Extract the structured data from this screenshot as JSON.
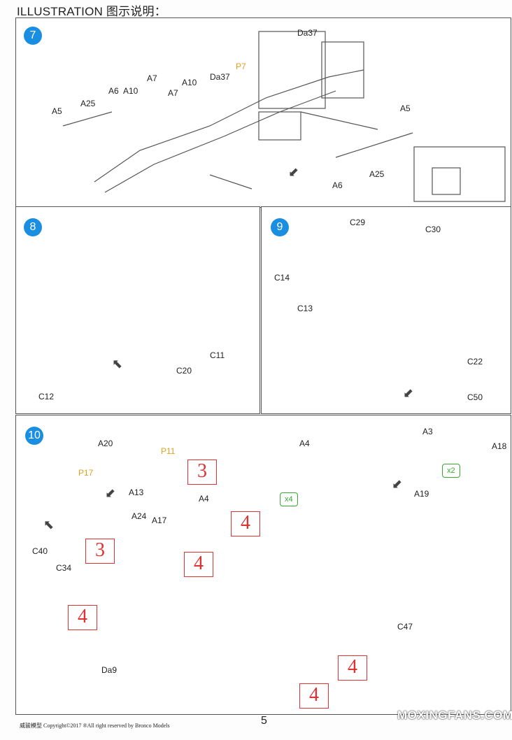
{
  "header": {
    "title": "ILLUSTRATION 图示说明："
  },
  "panels": [
    {
      "step": "7",
      "labels": [
        "Da37",
        "P7",
        "Da37",
        "A7",
        "A10",
        "A6",
        "A10",
        "A7",
        "A25",
        "A5",
        "A5",
        "A6",
        "A25"
      ]
    },
    {
      "step": "8",
      "labels": [
        "C11",
        "C20",
        "C12"
      ]
    },
    {
      "step": "9",
      "labels": [
        "C29",
        "C30",
        "C14",
        "C13",
        "C22",
        "C50"
      ]
    },
    {
      "step": "10",
      "labels": [
        "A20",
        "P11",
        "P17",
        "A13",
        "A4",
        "A4",
        "A24",
        "A17",
        "C40",
        "C34",
        "A3",
        "A18",
        "A19",
        "C47",
        "Da9"
      ],
      "quantity_badges": [
        "x4",
        "x2"
      ],
      "callouts": [
        "3",
        "4",
        "3",
        "4",
        "4",
        "4",
        "4"
      ]
    }
  ],
  "footer": {
    "copyright": "威骏模型  Copyright©2017  ®All right reserved by Bronco Models",
    "page_number": "5",
    "watermark": "MOXINGFANS.COM"
  }
}
